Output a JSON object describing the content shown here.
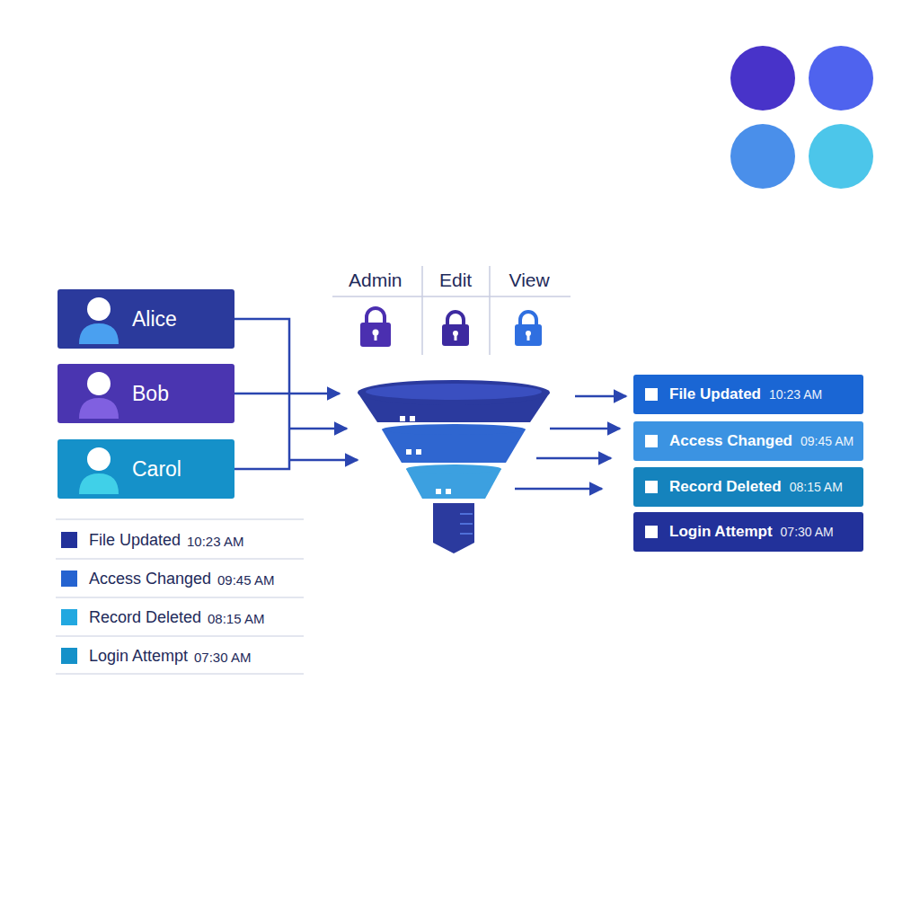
{
  "diagram": {
    "nodes": [
      {
        "text": [
          "Alice"
        ]
      },
      {
        "text": [
          "Bob"
        ]
      },
      {
        "text": [
          "Carol"
        ]
      },
      {
        "text": [
          "File Updated",
          "10:23 AM"
        ]
      },
      {
        "text": [
          "Access Changed",
          "09:45 AM"
        ]
      },
      {
        "text": [
          "Record Deleted",
          "08:15 AM"
        ]
      },
      {
        "text": [
          "Login Attempt",
          "07:30 AM"
        ]
      }
    ],
    "labels": [
      "Admin",
      "Edit",
      "View",
      "File Updated",
      "10:23 AM",
      "Access Changed",
      "09:45 AM",
      "Record Deleted",
      "08:15 AM",
      "Login Attempt",
      "07:30 AM"
    ]
  }
}
